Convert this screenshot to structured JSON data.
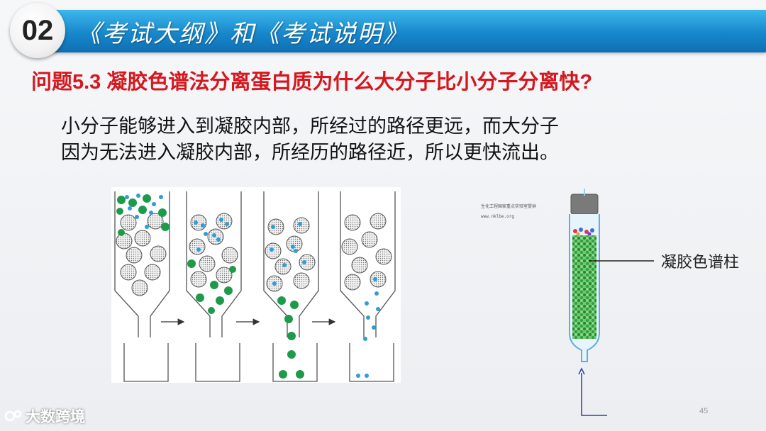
{
  "header": {
    "number": "02",
    "title": "《考试大纲》和《考试说明》"
  },
  "question": "问题5.3  凝胶色谱法分离蛋白质为什么大分子比小分子分离快?",
  "answer": {
    "line1": "小分子能够进入到凝胶内部，所经过的路径更远，而大分子",
    "line2": "因为无法进入凝胶内部，所经历的路径近，所以更快流出。"
  },
  "right_figure": {
    "credit_line1": "生化工程国家重点实验室提供",
    "credit_line2": "www.nklbe.org",
    "column_label": "凝胶色谱柱"
  },
  "colors": {
    "banner": "#1787cc",
    "question_red": "#d6171e",
    "large_molecule": "#1e9a4b",
    "small_molecule": "#2f9ed8"
  },
  "footer": {
    "watermark": "大数跨境",
    "page_number": "45"
  }
}
